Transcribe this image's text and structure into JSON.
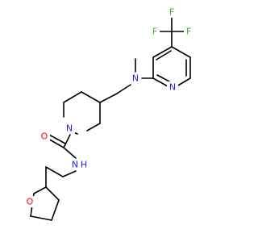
{
  "colors": {
    "bond": "#000000",
    "carbon": "#000000",
    "nitrogen": "#1f1fff",
    "oxygen": "#ff0000",
    "fluorine": "#33b233"
  },
  "atoms": {
    "F1": "F",
    "F2": "F",
    "F3": "F",
    "N_pyridine": "N",
    "N_amine": "N",
    "N_piperidine": "N",
    "O_carbonyl": "O",
    "N_amide": "N",
    "H_amide": "H",
    "O_thf": "O"
  }
}
